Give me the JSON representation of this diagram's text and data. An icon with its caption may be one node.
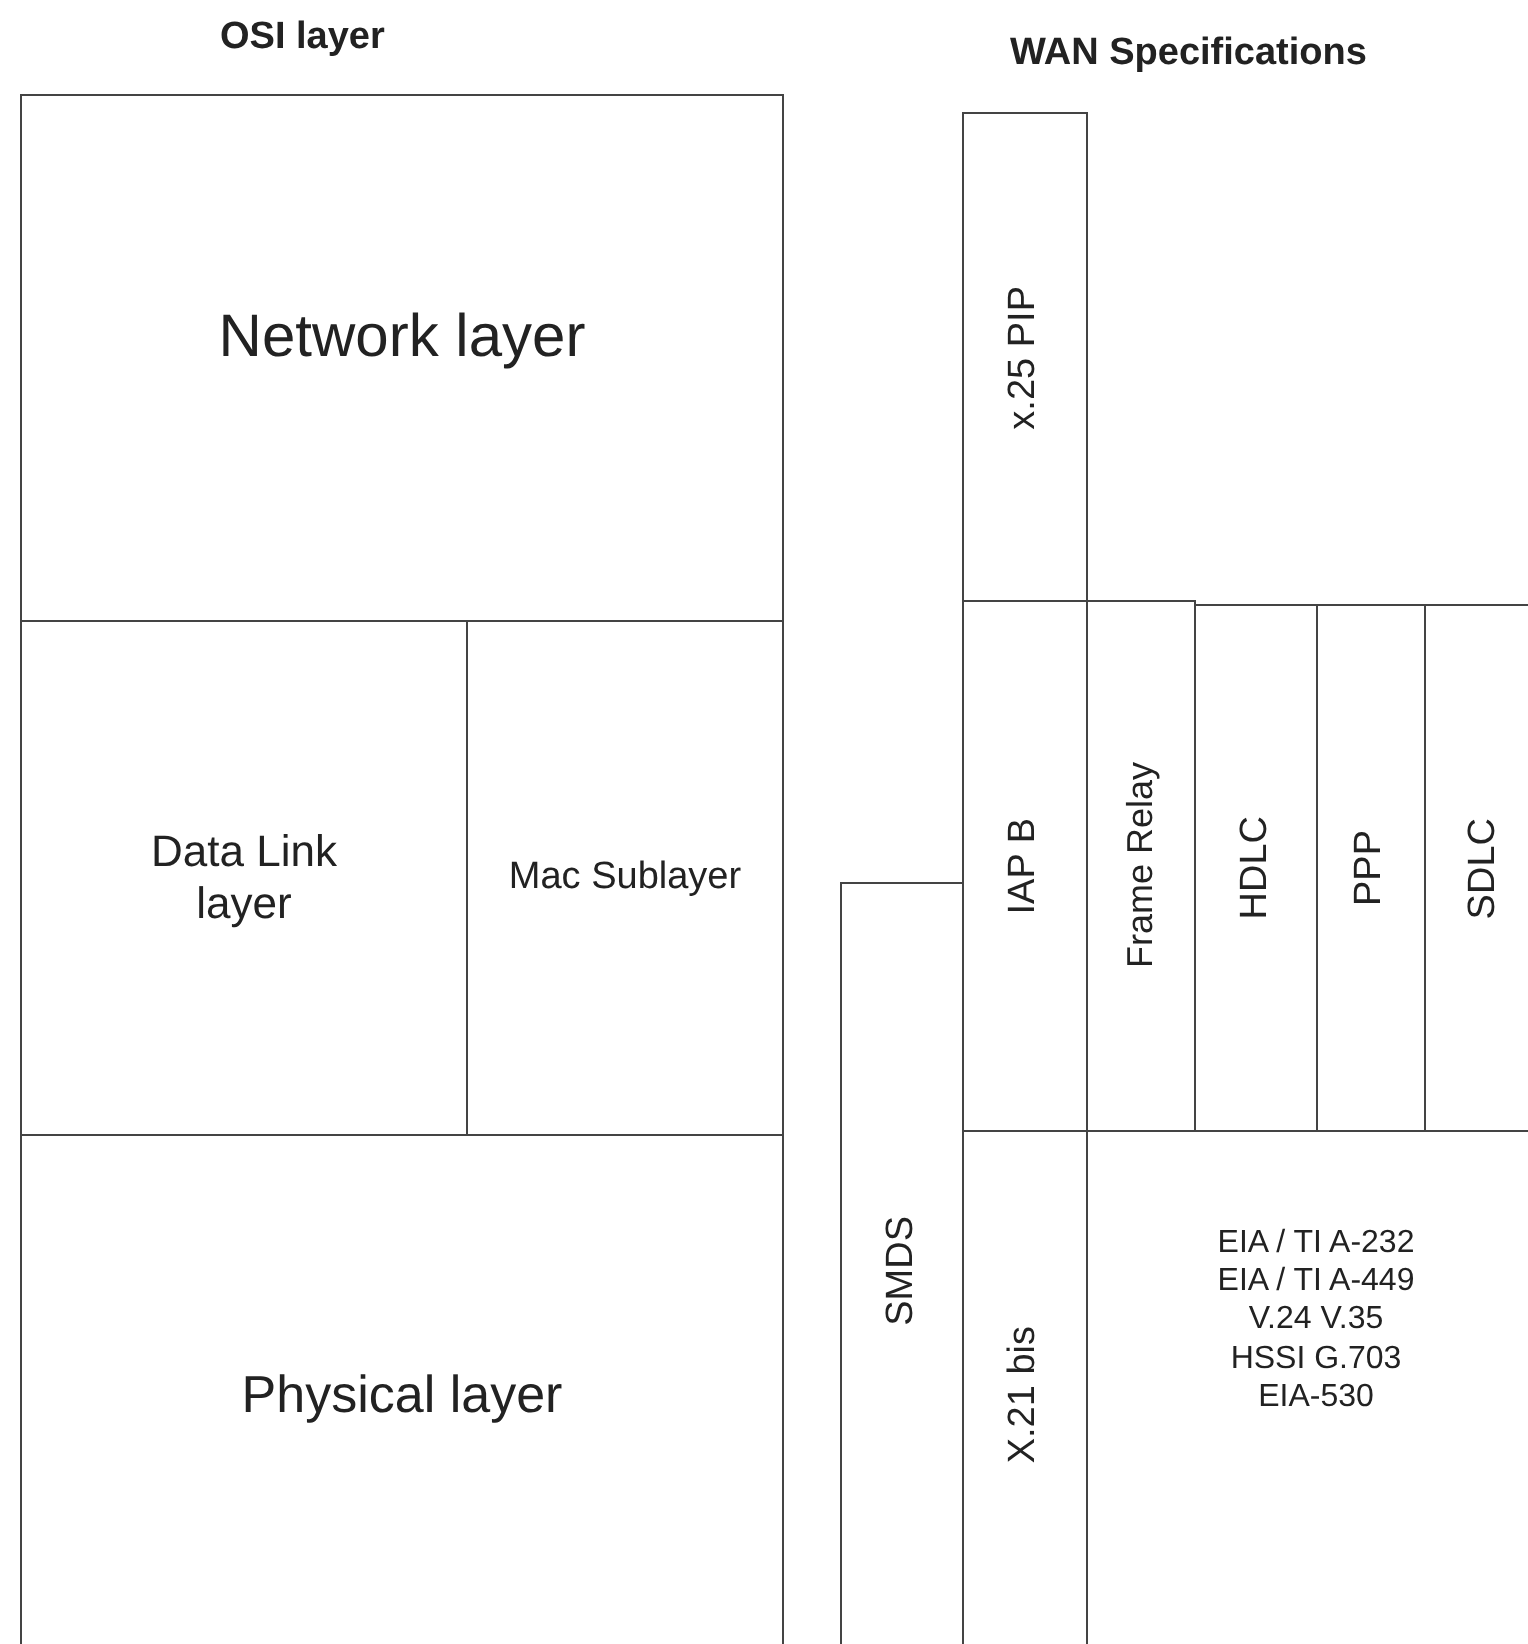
{
  "diagram": {
    "nodes": [
      {
        "text": [
          "Network layer"
        ]
      },
      {
        "text": [
          "Data Link layer"
        ]
      },
      {
        "text": [
          "Mac Sublayer"
        ]
      },
      {
        "text": [
          "Physical layer"
        ]
      },
      {
        "text": [
          "x.25 PIP"
        ]
      },
      {
        "text": [
          "SMDS"
        ]
      },
      {
        "text": [
          "IAP B"
        ]
      },
      {
        "text": [
          "Frame Relay"
        ]
      },
      {
        "text": [
          "HDLC"
        ]
      },
      {
        "text": [
          "PPP"
        ]
      },
      {
        "text": [
          "SDLC"
        ]
      },
      {
        "text": [
          "X.21 bis"
        ]
      },
      {
        "text": [
          "EIA / TI A-232",
          "EIA / TI A-449",
          "V.24 V.35",
          "HSSI G.703",
          "EIA-530"
        ]
      }
    ],
    "labels": [
      "OSI layer",
      "WAN Specifications"
    ]
  }
}
